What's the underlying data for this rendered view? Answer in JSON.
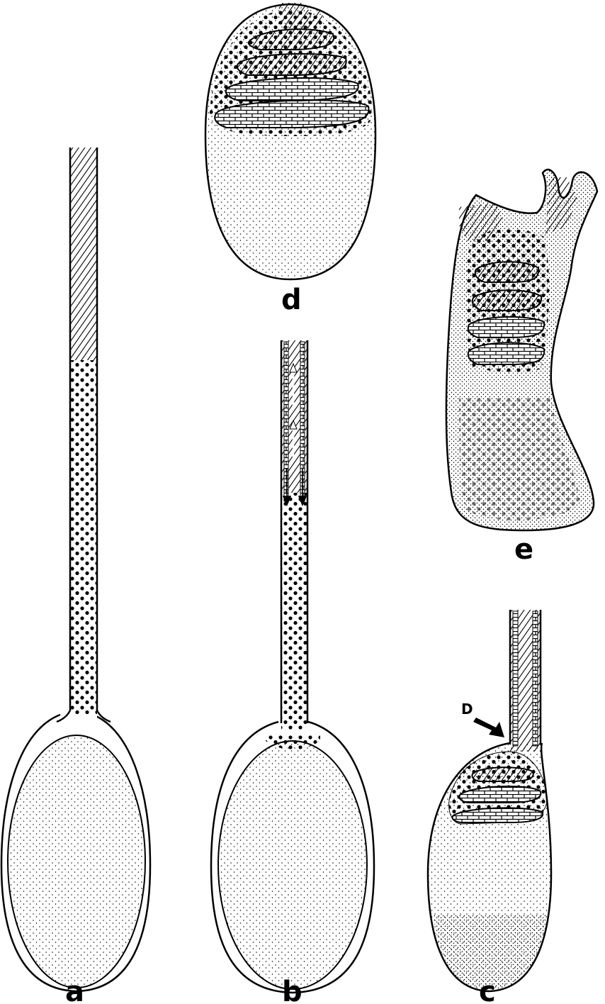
{
  "figure": {
    "panels": [
      {
        "id": "a",
        "label": "a"
      },
      {
        "id": "b",
        "label": "b"
      },
      {
        "id": "c",
        "label": "c",
        "marker_label": "D"
      },
      {
        "id": "d",
        "label": "d"
      },
      {
        "id": "e",
        "label": "e"
      }
    ]
  },
  "colors": {
    "ink": "#000000",
    "paper": "#ffffff"
  }
}
